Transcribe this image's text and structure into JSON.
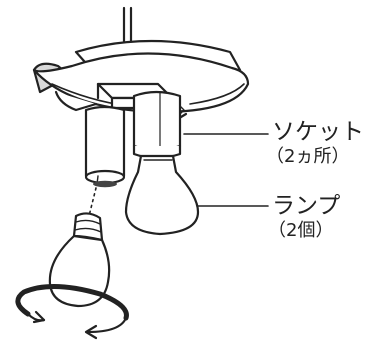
{
  "labels": {
    "socket": {
      "name": "ソケット",
      "count": "（2ヵ所）"
    },
    "lamp": {
      "name": "ランプ",
      "count": "（2個）"
    }
  },
  "colors": {
    "line": "#222222",
    "fill": "#ffffff",
    "shade": "#d9d9d9",
    "dark": "#555555"
  }
}
